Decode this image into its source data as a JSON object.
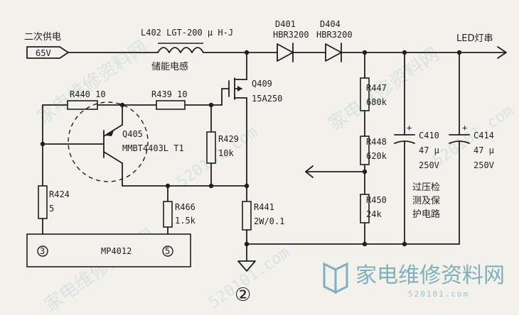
{
  "labels": {
    "input_label": "二次供电",
    "input_voltage": "65V",
    "inductor_name": "L402 LGT-200 μ H-J",
    "inductor_desc": "储能电感",
    "d401": "D401",
    "d401_part": "HBR3200",
    "d404": "D404",
    "d404_part": "HBR3200",
    "output": "LED灯串",
    "q409": "Q409",
    "q409_part": "15A250",
    "r440": "R440 10",
    "r439": "R439 10",
    "q405": "Q405",
    "q405_part": "MMBT4403L T1",
    "r429": "R429",
    "r429_val": "10k",
    "r424": "R424",
    "r424_val": "5",
    "r466": "R466",
    "r466_val": "1.5k",
    "r441": "R441",
    "r441_val": "2W/0.1",
    "r447": "R447",
    "r447_val": "680k",
    "r448": "R448",
    "r448_val": "620k",
    "r450": "R450",
    "r450_val": "24k",
    "c410": "C410",
    "c410_cap": "47 μ",
    "c410_volt": "250V",
    "c414": "C414",
    "c414_cap": "47 μ",
    "c414_volt": "250V",
    "ovp_1": "过压检",
    "ovp_2": "测及保",
    "ovp_3": "护电路",
    "ic_name": "MP4012",
    "pin3": "3",
    "pin5": "5",
    "figure_num": "②"
  },
  "watermark": {
    "logo_text": "家电维修资料网",
    "logo_url": "520101.com",
    "diag_1": "家电维修资料网",
    "diag_2": "家电维修资料网",
    "diag_3": "家电维修资料网",
    "url_1": "520101.com",
    "url_2": "520101.com",
    "url_3": "520101.com"
  }
}
